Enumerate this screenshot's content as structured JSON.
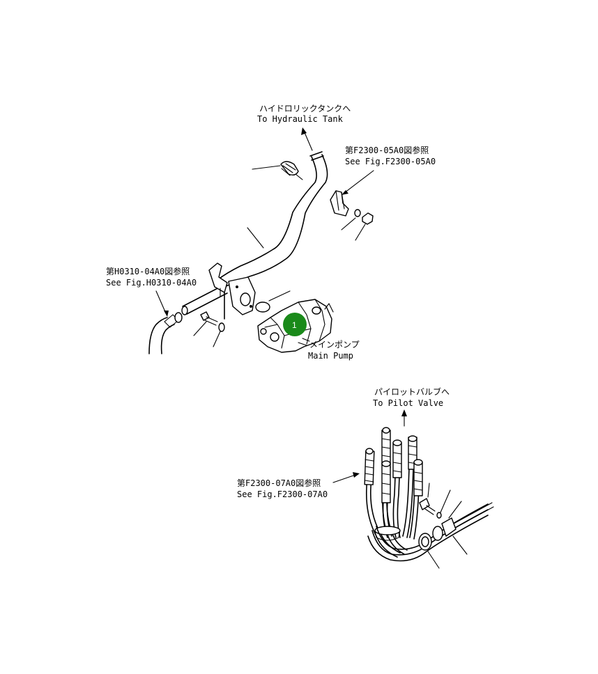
{
  "labels": {
    "tank_jp": "ハイドロリックタンクへ",
    "tank_en": "To Hydraulic Tank",
    "fig_05a0_jp": "第F2300-05A0図参照",
    "fig_05a0_en": "See Fig.F2300-05A0",
    "fig_h0310_jp": "第H0310-04A0図参照",
    "fig_h0310_en": "See Fig.H0310-04A0",
    "pump_jp": "メインポンプ",
    "pump_en": "Main Pump",
    "pilot_jp": "パイロットバルブへ",
    "pilot_en": "To Pilot Valve",
    "fig_07a0_jp": "第F2300-07A0図参照",
    "fig_07a0_en": "See Fig.F2300-07A0"
  },
  "callout": {
    "number": "1",
    "color": "#1a8a1a"
  }
}
